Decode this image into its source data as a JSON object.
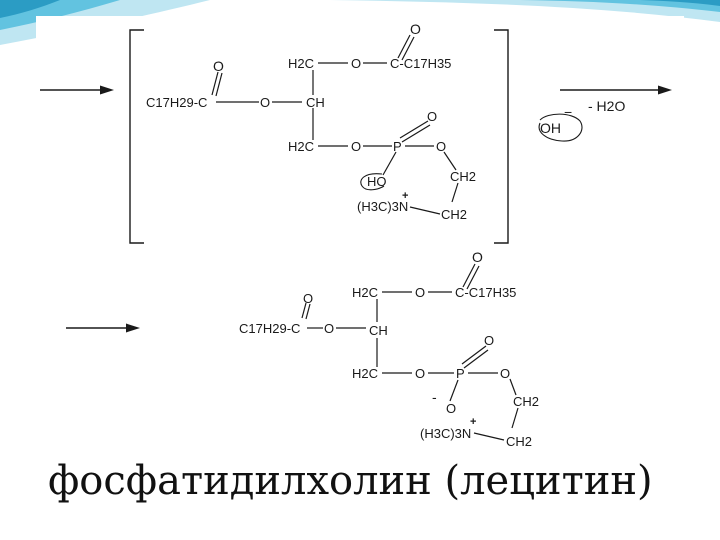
{
  "colors": {
    "bond": "#1a1a1a",
    "swoosh_light": "#bfe6f2",
    "swoosh_mid": "#62c3e0",
    "swoosh_dark": "#2b9cc4"
  },
  "intermediate": {
    "o_top": "O",
    "h2c_top": "H2C",
    "o_ester_top": "O",
    "c17h35": "C-C17H35",
    "o_left": "O",
    "c17h29": "C17H29-C",
    "o_mid": "O",
    "ch": "CH",
    "h2c_bottom": "H2C",
    "o_bottom": "O",
    "p": "P",
    "o_p_top": "O",
    "o_p_right": "O",
    "ho": "HO",
    "ch2_upper": "CH2",
    "plus": "+",
    "trimethylamine": "(H3C)3N",
    "ch2_lower": "CH2"
  },
  "reagent": {
    "minus": "−",
    "oh": "OH",
    "water": "- H2O"
  },
  "product": {
    "o_top": "O",
    "h2c_top": "H2C",
    "o_ester_top": "O",
    "c17h35": "C-C17H35",
    "o_left": "O",
    "c17h29": "C17H29-C",
    "o_mid": "O",
    "ch": "CH",
    "h2c_bottom": "H2C",
    "o_bottom": "O",
    "p": "P",
    "o_p_top": "O",
    "o_p_right": "O",
    "minus": "-",
    "o_anion": "O",
    "ch2_upper": "CH2",
    "plus": "+",
    "trimethylamine": "(H3C)3N",
    "ch2_lower": "CH2"
  },
  "caption": "фосфатидилхолин (лецитин)"
}
